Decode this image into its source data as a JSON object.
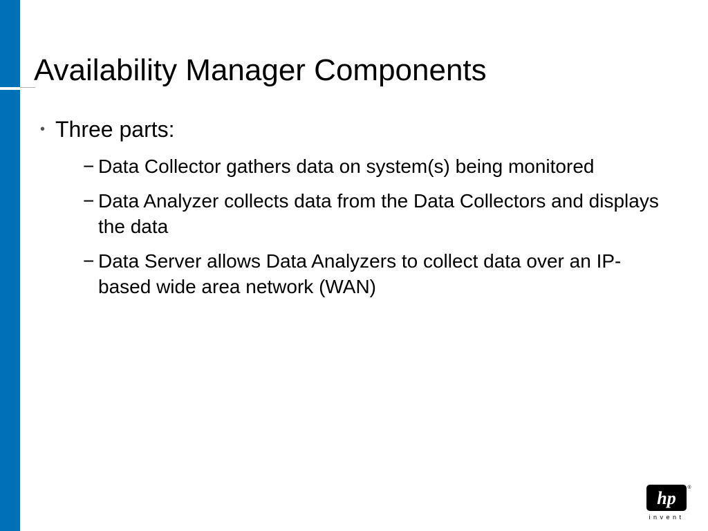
{
  "colors": {
    "accent_bar": "#0070b8",
    "logo_bg": "#000000"
  },
  "slide": {
    "title": "Availability Manager Components",
    "bullet": {
      "text": "Three parts:",
      "marker_icon": "bullet-dot-icon",
      "subitems": [
        {
          "text": "Data Collector gathers data on system(s) being monitored"
        },
        {
          "text": "Data Analyzer collects data from the Data Collectors and displays the data"
        },
        {
          "text": "Data Server allows Data Analyzers to collect data over an IP-based wide area network (WAN)"
        }
      ]
    }
  },
  "logo": {
    "mark": "hp",
    "registered": "®",
    "tagline": "invent"
  }
}
